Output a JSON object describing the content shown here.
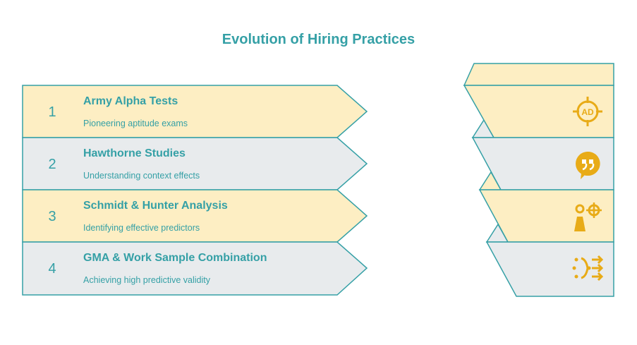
{
  "title": "Evolution of Hiring Practices",
  "colors": {
    "teal": "#35a0a6",
    "yellow_fill": "#fdeec3",
    "gray_fill": "#e8ebed",
    "icon_gold": "#e8ab17"
  },
  "steps": [
    {
      "number": "1",
      "label": "Army Alpha Tests",
      "description": "Pioneering aptitude exams",
      "icon": "target-ad-icon"
    },
    {
      "number": "2",
      "label": "Hawthorne Studies",
      "description": "Understanding context effects",
      "icon": "quote-chat-icon"
    },
    {
      "number": "3",
      "label": "Schmidt & Hunter Analysis",
      "description": "Identifying effective predictors",
      "icon": "person-target-icon"
    },
    {
      "number": "4",
      "label": "GMA & Work Sample Combination",
      "description": "Achieving high predictive validity",
      "icon": "merge-arrows-icon"
    }
  ]
}
